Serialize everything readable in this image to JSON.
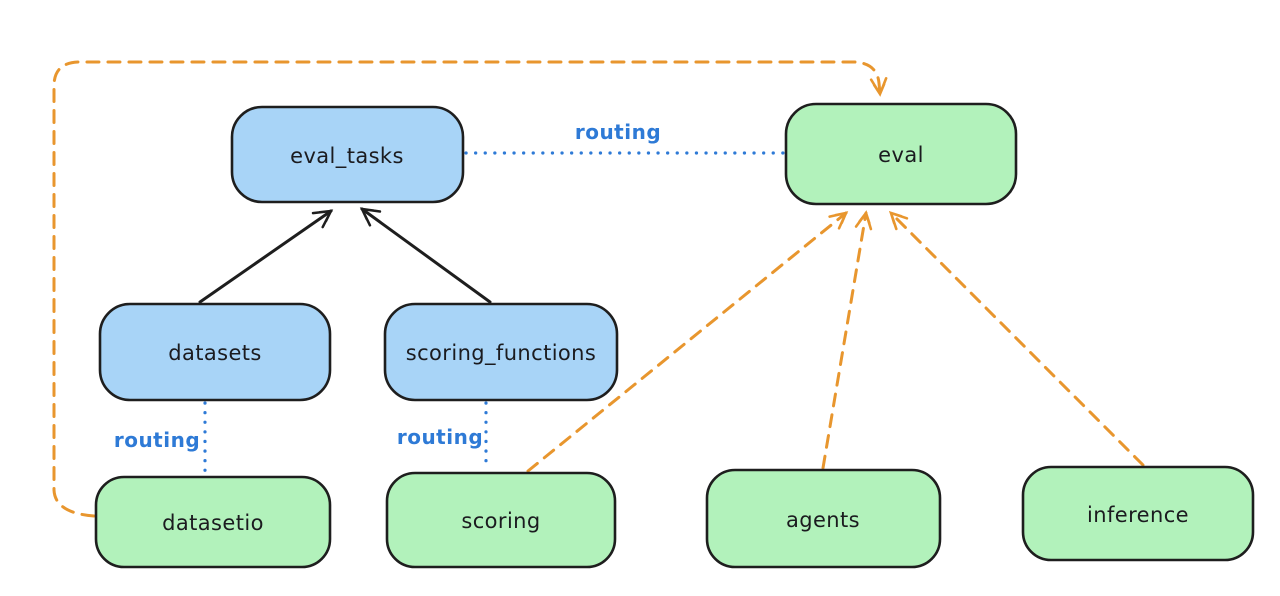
{
  "nodes": {
    "eval_tasks": {
      "label": "eval_tasks",
      "kind": "resource"
    },
    "eval": {
      "label": "eval",
      "kind": "provider"
    },
    "datasets": {
      "label": "datasets",
      "kind": "resource"
    },
    "scoring_functions": {
      "label": "scoring_functions",
      "kind": "resource"
    },
    "datasetio": {
      "label": "datasetio",
      "kind": "provider"
    },
    "scoring": {
      "label": "scoring",
      "kind": "provider"
    },
    "agents": {
      "label": "agents",
      "kind": "provider"
    },
    "inference": {
      "label": "inference",
      "kind": "provider"
    }
  },
  "edge_labels": {
    "eval_tasks_eval": "routing",
    "datasets_datasetio": "routing",
    "scoring_functions_scoring": "routing"
  },
  "colors": {
    "resource_fill": "#a8d4f7",
    "provider_fill": "#b2f2bb",
    "outline": "#1e1e1e",
    "routing_line": "#2e7ad6",
    "dependency_line": "#e8962e",
    "background": "#ffffff"
  }
}
